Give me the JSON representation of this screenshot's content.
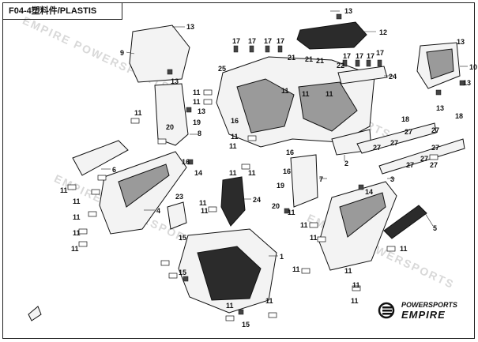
{
  "title": "F04-4塑料件/PLASTIS",
  "watermark": "EMPIRE POWERSPORTS",
  "logo": {
    "line1": "POWERSPORTS",
    "line2": "EMPIRE"
  },
  "callouts": [
    {
      "id": "c1",
      "text": "1"
    },
    {
      "id": "c2",
      "text": "2"
    },
    {
      "id": "c3",
      "text": "3"
    },
    {
      "id": "c4",
      "text": "4"
    },
    {
      "id": "c5",
      "text": "5"
    },
    {
      "id": "c6",
      "text": "6"
    },
    {
      "id": "c7",
      "text": "7"
    },
    {
      "id": "c8",
      "text": "8"
    },
    {
      "id": "c9",
      "text": "9"
    },
    {
      "id": "c10",
      "text": "10"
    },
    {
      "id": "c12",
      "text": "12"
    },
    {
      "id": "c13a",
      "text": "13"
    },
    {
      "id": "c13b",
      "text": "13"
    },
    {
      "id": "c13c",
      "text": "13"
    },
    {
      "id": "c13d",
      "text": "13"
    },
    {
      "id": "c13e",
      "text": "13"
    },
    {
      "id": "c13f",
      "text": "13"
    },
    {
      "id": "c14a",
      "text": "14"
    },
    {
      "id": "c14b",
      "text": "14"
    },
    {
      "id": "c15a",
      "text": "15"
    },
    {
      "id": "c15b",
      "text": "15"
    },
    {
      "id": "c15c",
      "text": "15"
    },
    {
      "id": "c16a",
      "text": "16"
    },
    {
      "id": "c16b",
      "text": "16"
    },
    {
      "id": "c16c",
      "text": "16"
    },
    {
      "id": "c17a",
      "text": "17"
    },
    {
      "id": "c17b",
      "text": "17"
    },
    {
      "id": "c17c",
      "text": "17"
    },
    {
      "id": "c17d",
      "text": "17"
    },
    {
      "id": "c17e",
      "text": "17"
    },
    {
      "id": "c17f",
      "text": "17"
    },
    {
      "id": "c17g",
      "text": "17"
    },
    {
      "id": "c17h",
      "text": "17"
    },
    {
      "id": "c18",
      "text": "18"
    },
    {
      "id": "c19a",
      "text": "19"
    },
    {
      "id": "c19b",
      "text": "19"
    },
    {
      "id": "c20a",
      "text": "20"
    },
    {
      "id": "c20b",
      "text": "20"
    },
    {
      "id": "c21a",
      "text": "21"
    },
    {
      "id": "c21b",
      "text": "21"
    },
    {
      "id": "c21c",
      "text": "21"
    },
    {
      "id": "c21d",
      "text": "21"
    },
    {
      "id": "c22",
      "text": "22"
    },
    {
      "id": "c23",
      "text": "23"
    },
    {
      "id": "c24",
      "text": "24"
    },
    {
      "id": "c25",
      "text": "25"
    },
    {
      "id": "c27a",
      "text": "27"
    },
    {
      "id": "c27b",
      "text": "27"
    },
    {
      "id": "c27c",
      "text": "27"
    },
    {
      "id": "c27d",
      "text": "27"
    },
    {
      "id": "c27e",
      "text": "27"
    },
    {
      "id": "c27f",
      "text": "27"
    },
    {
      "id": "c27g",
      "text": "27"
    },
    {
      "id": "c27h",
      "text": "27"
    },
    {
      "id": "c11a",
      "text": "11"
    },
    {
      "id": "c11b",
      "text": "11"
    },
    {
      "id": "c11c",
      "text": "11"
    },
    {
      "id": "c11d",
      "text": "11"
    },
    {
      "id": "c11e",
      "text": "11"
    },
    {
      "id": "c11f",
      "text": "11"
    },
    {
      "id": "c11g",
      "text": "11"
    },
    {
      "id": "c11h",
      "text": "11"
    },
    {
      "id": "c11i",
      "text": "11"
    },
    {
      "id": "c11j",
      "text": "11"
    },
    {
      "id": "c11k",
      "text": "11"
    },
    {
      "id": "c11l",
      "text": "11"
    },
    {
      "id": "c11m",
      "text": "11"
    },
    {
      "id": "c11n",
      "text": "11"
    },
    {
      "id": "c11o",
      "text": "11"
    },
    {
      "id": "c11p",
      "text": "11"
    },
    {
      "id": "c11q",
      "text": "11"
    },
    {
      "id": "c11r",
      "text": "11"
    },
    {
      "id": "c11s",
      "text": "11"
    },
    {
      "id": "c11t",
      "text": "11"
    },
    {
      "id": "c11u",
      "text": "11"
    },
    {
      "id": "c11v",
      "text": "11"
    },
    {
      "id": "c11w",
      "text": "11"
    },
    {
      "id": "c11x",
      "text": "11"
    },
    {
      "id": "c11y",
      "text": "11"
    },
    {
      "id": "c11z",
      "text": "11"
    }
  ]
}
